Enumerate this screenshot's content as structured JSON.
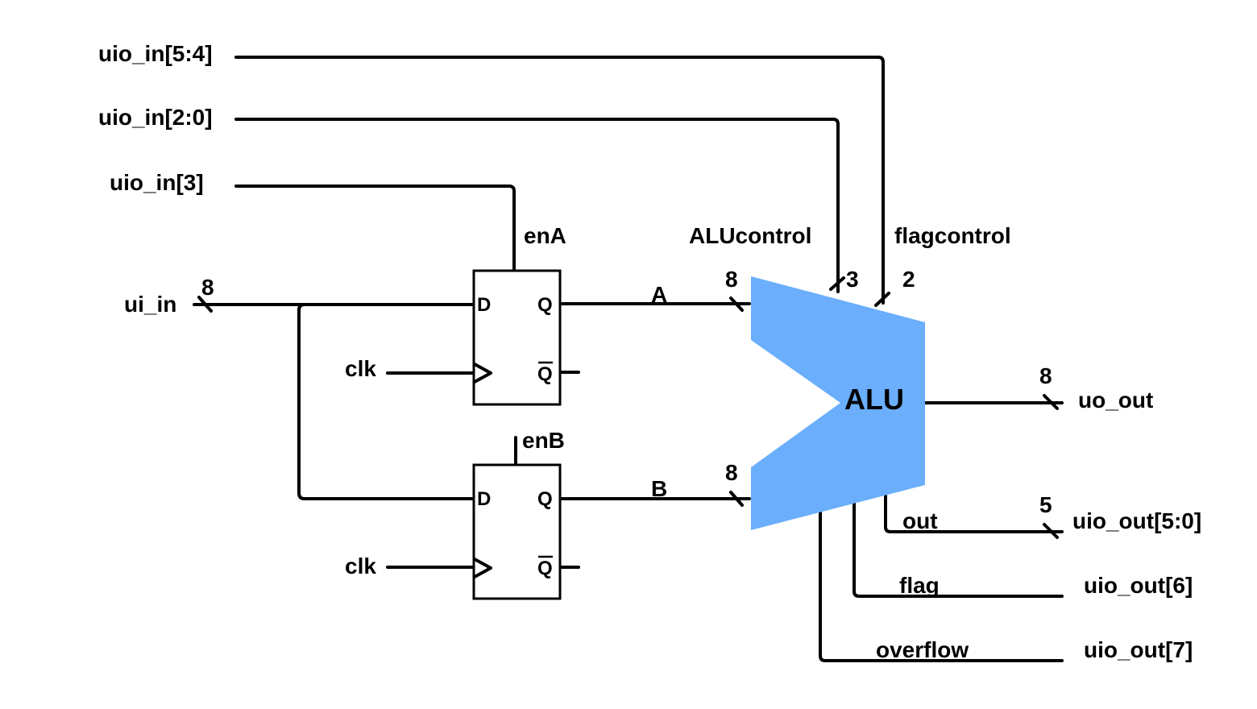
{
  "inputs": {
    "uio_in_54": "uio_in[5:4]",
    "uio_in_20": "uio_in[2:0]",
    "uio_in_3": "uio_in[3]",
    "ui_in": "ui_in",
    "ui_in_width": "8",
    "clk_a": "clk",
    "clk_b": "clk"
  },
  "registers": {
    "a": {
      "enable": "enA",
      "d_pin": "D",
      "q_pin": "Q",
      "qbar_pin": "Q",
      "output_net": "A",
      "output_width": "8"
    },
    "b": {
      "enable": "enB",
      "d_pin": "D",
      "q_pin": "Q",
      "qbar_pin": "Q",
      "output_net": "B",
      "output_width": "8"
    }
  },
  "alu": {
    "label": "ALU",
    "fill_color": "#6aaefc",
    "control_label": "ALUcontrol",
    "control_width": "3",
    "flag_control_label": "flagcontrol",
    "flag_control_width": "2"
  },
  "outputs": {
    "uo_out": {
      "label": "uo_out",
      "width": "8"
    },
    "out": {
      "net": "out",
      "label": "uio_out[5:0]",
      "width": "5"
    },
    "flag": {
      "net": "flag",
      "label": "uio_out[6]"
    },
    "overflow": {
      "net": "overflow",
      "label": "uio_out[7]"
    }
  }
}
